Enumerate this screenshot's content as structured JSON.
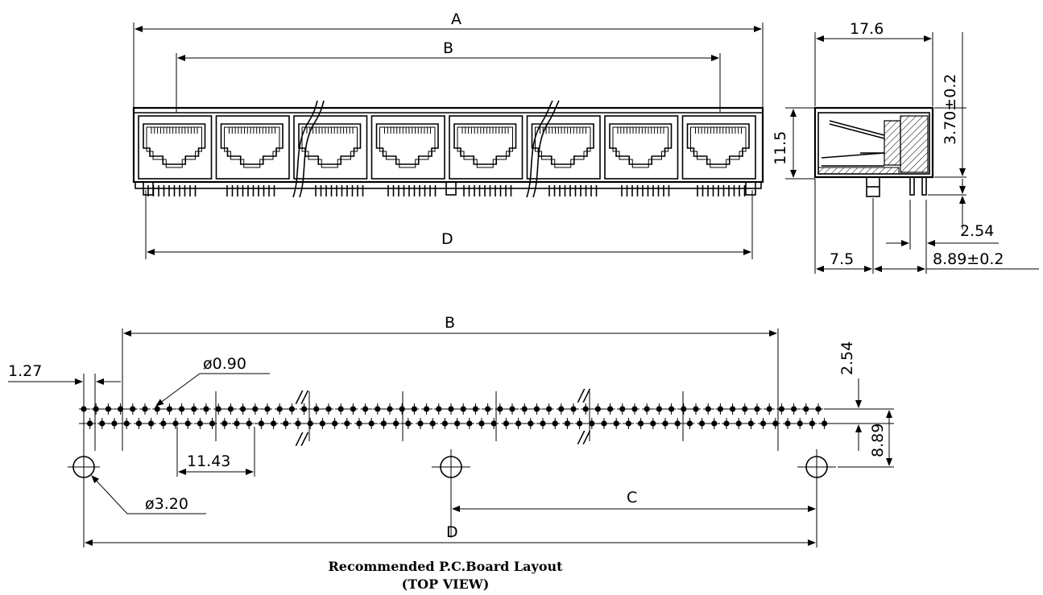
{
  "front_view": {
    "dim_A": "A",
    "dim_B": "B",
    "dim_D": "D",
    "height": "11.5",
    "port_count": 8
  },
  "side_view": {
    "depth": "17.6",
    "led_height": "3.70±0.2",
    "pin_pitch": "2.54",
    "post_offset": "7.5",
    "pin_span": "8.89±0.2"
  },
  "pcb_layout": {
    "dim_B": "B",
    "dim_C": "C",
    "dim_D": "D",
    "pitch_small": "1.27",
    "hole_dia": "ø0.90",
    "group_pitch": "11.43",
    "post_dia": "ø3.20",
    "row_pitch": "2.54",
    "row_span": "8.89",
    "break_mark": "//",
    "caption_line1": "Recommended P.C.Board Layout",
    "caption_line2": "(TOP VIEW)"
  }
}
